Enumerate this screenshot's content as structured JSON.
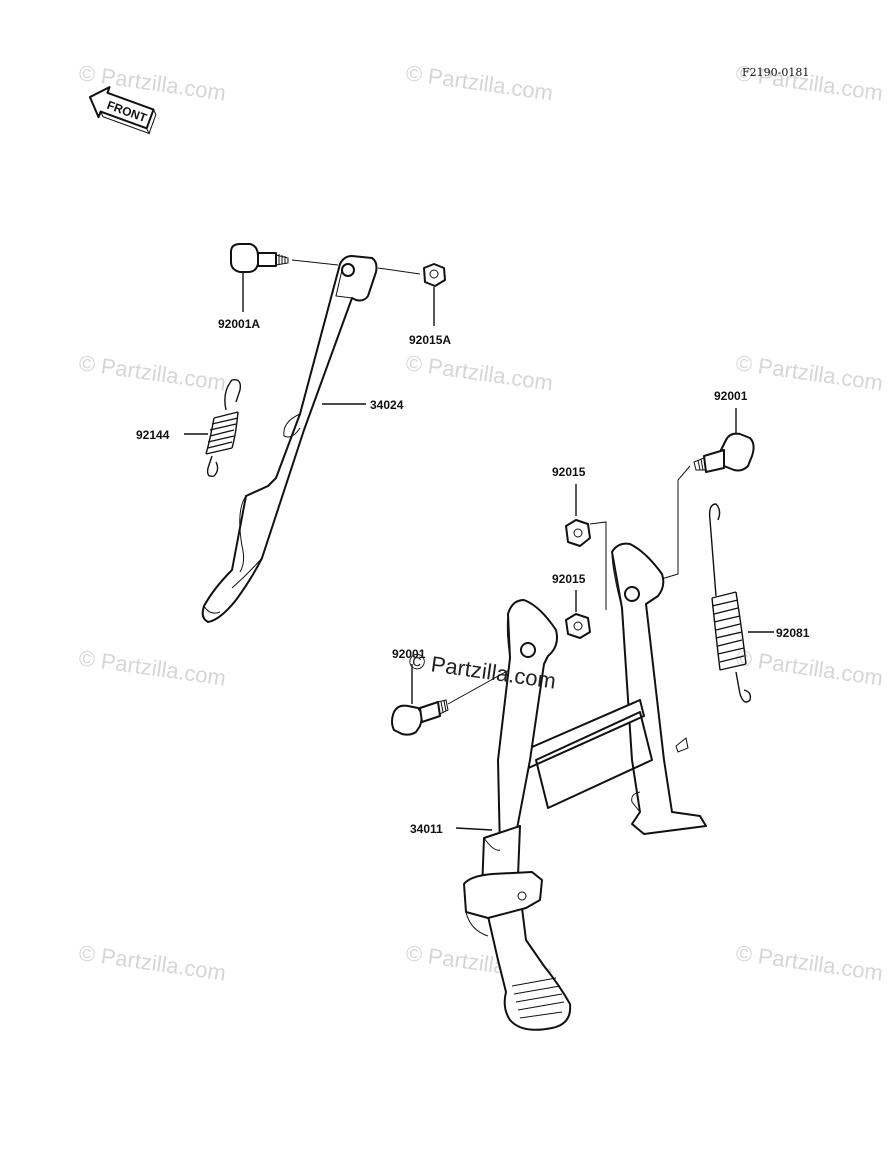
{
  "diagram": {
    "code": "F2190-0181",
    "front_label": "FRONT",
    "watermark": "© Partzilla.com",
    "parts": {
      "p92001A": "92001A",
      "p92015A": "92015A",
      "p34024": "34024",
      "p92144": "92144",
      "p92001_right": "92001",
      "p92015_upper": "92015",
      "p92015_lower": "92015",
      "p92081": "92081",
      "p92001_left": "92001",
      "p34011": "34011"
    }
  }
}
